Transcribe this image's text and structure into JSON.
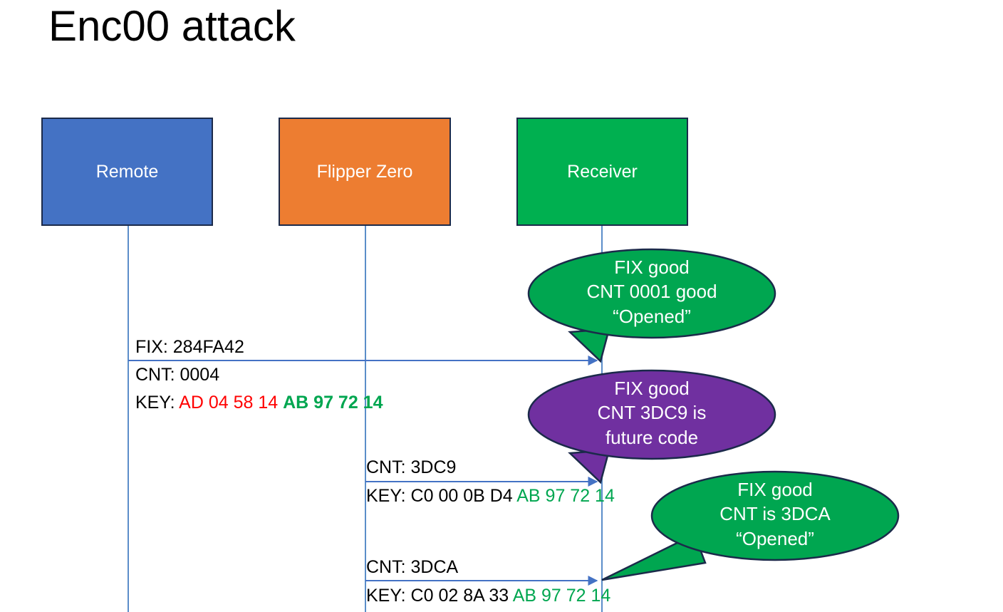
{
  "slide": {
    "title": "Enc00 attack",
    "background": "#FFFFFF"
  },
  "colors": {
    "remote": "#4472C4",
    "flipper": "#ED7D31",
    "receiver": "#00B050",
    "bubble_green": "#00A650",
    "bubble_purple": "#7030A0",
    "lifeline": "#5B8DC9",
    "key_red": "#FF0000",
    "key_green": "#00A650",
    "outline": "#1B2A4A"
  },
  "actors": [
    {
      "name": "remote",
      "label": "Remote"
    },
    {
      "name": "flipper",
      "label": "Flipper Zero"
    },
    {
      "name": "receiver",
      "label": "Receiver"
    }
  ],
  "messages": [
    {
      "id": "msg-1",
      "from": "remote",
      "to": "receiver",
      "lines": [
        {
          "text": "FIX: 284FA42"
        }
      ]
    },
    {
      "id": "msg-1-detail",
      "lines": [
        {
          "text": "CNT: 0004"
        }
      ]
    },
    {
      "id": "msg-1-key",
      "prefix": "KEY: ",
      "part_red": "AD 04 58 14 ",
      "part_green": "AB 97 72 14"
    },
    {
      "id": "msg-2",
      "from": "flipper",
      "to": "receiver",
      "lines": [
        {
          "text": "CNT: 3DC9"
        }
      ]
    },
    {
      "id": "msg-2-key",
      "prefix": "KEY: C0 00 0B D4 ",
      "part_green": "AB 97 72 14"
    },
    {
      "id": "msg-3",
      "from": "flipper",
      "to": "receiver",
      "lines": [
        {
          "text": "CNT: 3DCA"
        }
      ]
    },
    {
      "id": "msg-3-key",
      "prefix": "KEY: C0 02 8A 33 ",
      "part_green": "AB 97 72 14"
    }
  ],
  "bubbles": [
    {
      "id": "bubble-1",
      "color": "green",
      "line1": "FIX good",
      "line2": "CNT 0001 good",
      "line3": "“Opened”"
    },
    {
      "id": "bubble-2",
      "color": "purple",
      "line1": "FIX good",
      "line2": "CNT 3DC9 is",
      "line3": "future code"
    },
    {
      "id": "bubble-3",
      "color": "green",
      "line1": "FIX good",
      "line2": "CNT is 3DCA",
      "line3": "“Opened”"
    }
  ]
}
